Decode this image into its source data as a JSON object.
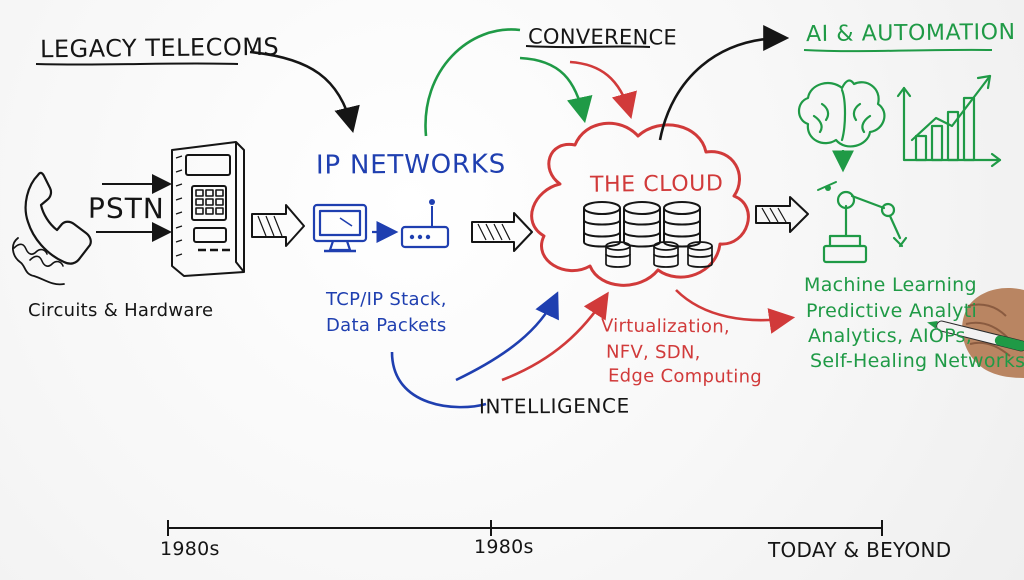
{
  "sections": {
    "legacy": {
      "title": "LEGACY TELECOMS",
      "pstn": "PSTN",
      "caption": "Circuits & Hardware"
    },
    "ip": {
      "title": "IP NETWORKS",
      "caption_line1": "TCP/IP Stack,",
      "caption_line2": "Data Packets"
    },
    "convergence": {
      "title": "CONVERENCE"
    },
    "cloud": {
      "title": "THE CLOUD",
      "caption_line1": "Virtualization,",
      "caption_line2": "NFV, SDN,",
      "caption_line3": "Edge Computing"
    },
    "intelligence": {
      "label": "INTELLIGENCE"
    },
    "ai": {
      "title": "AI & AUTOMATION",
      "line1": "Machine Learning",
      "line2": "Predictive Analyti",
      "line3": "Analytics, AIOPs,",
      "line4": "Self-Healing Networks"
    }
  },
  "timeline": {
    "left": "1980s",
    "mid": "1980s",
    "right": "TODAY & BEYOND"
  },
  "colors": {
    "black": "#151515",
    "blue": "#1f3fb0",
    "red": "#d13a3a",
    "green": "#1f9a46"
  },
  "icons": [
    "telephone-icon",
    "switch-hardware-icon",
    "computer-monitor-icon",
    "router-icon",
    "cloud-icon",
    "server-stack-icon",
    "brain-icon",
    "growth-chart-icon",
    "robot-arm-icon",
    "hand-with-marker-icon"
  ]
}
